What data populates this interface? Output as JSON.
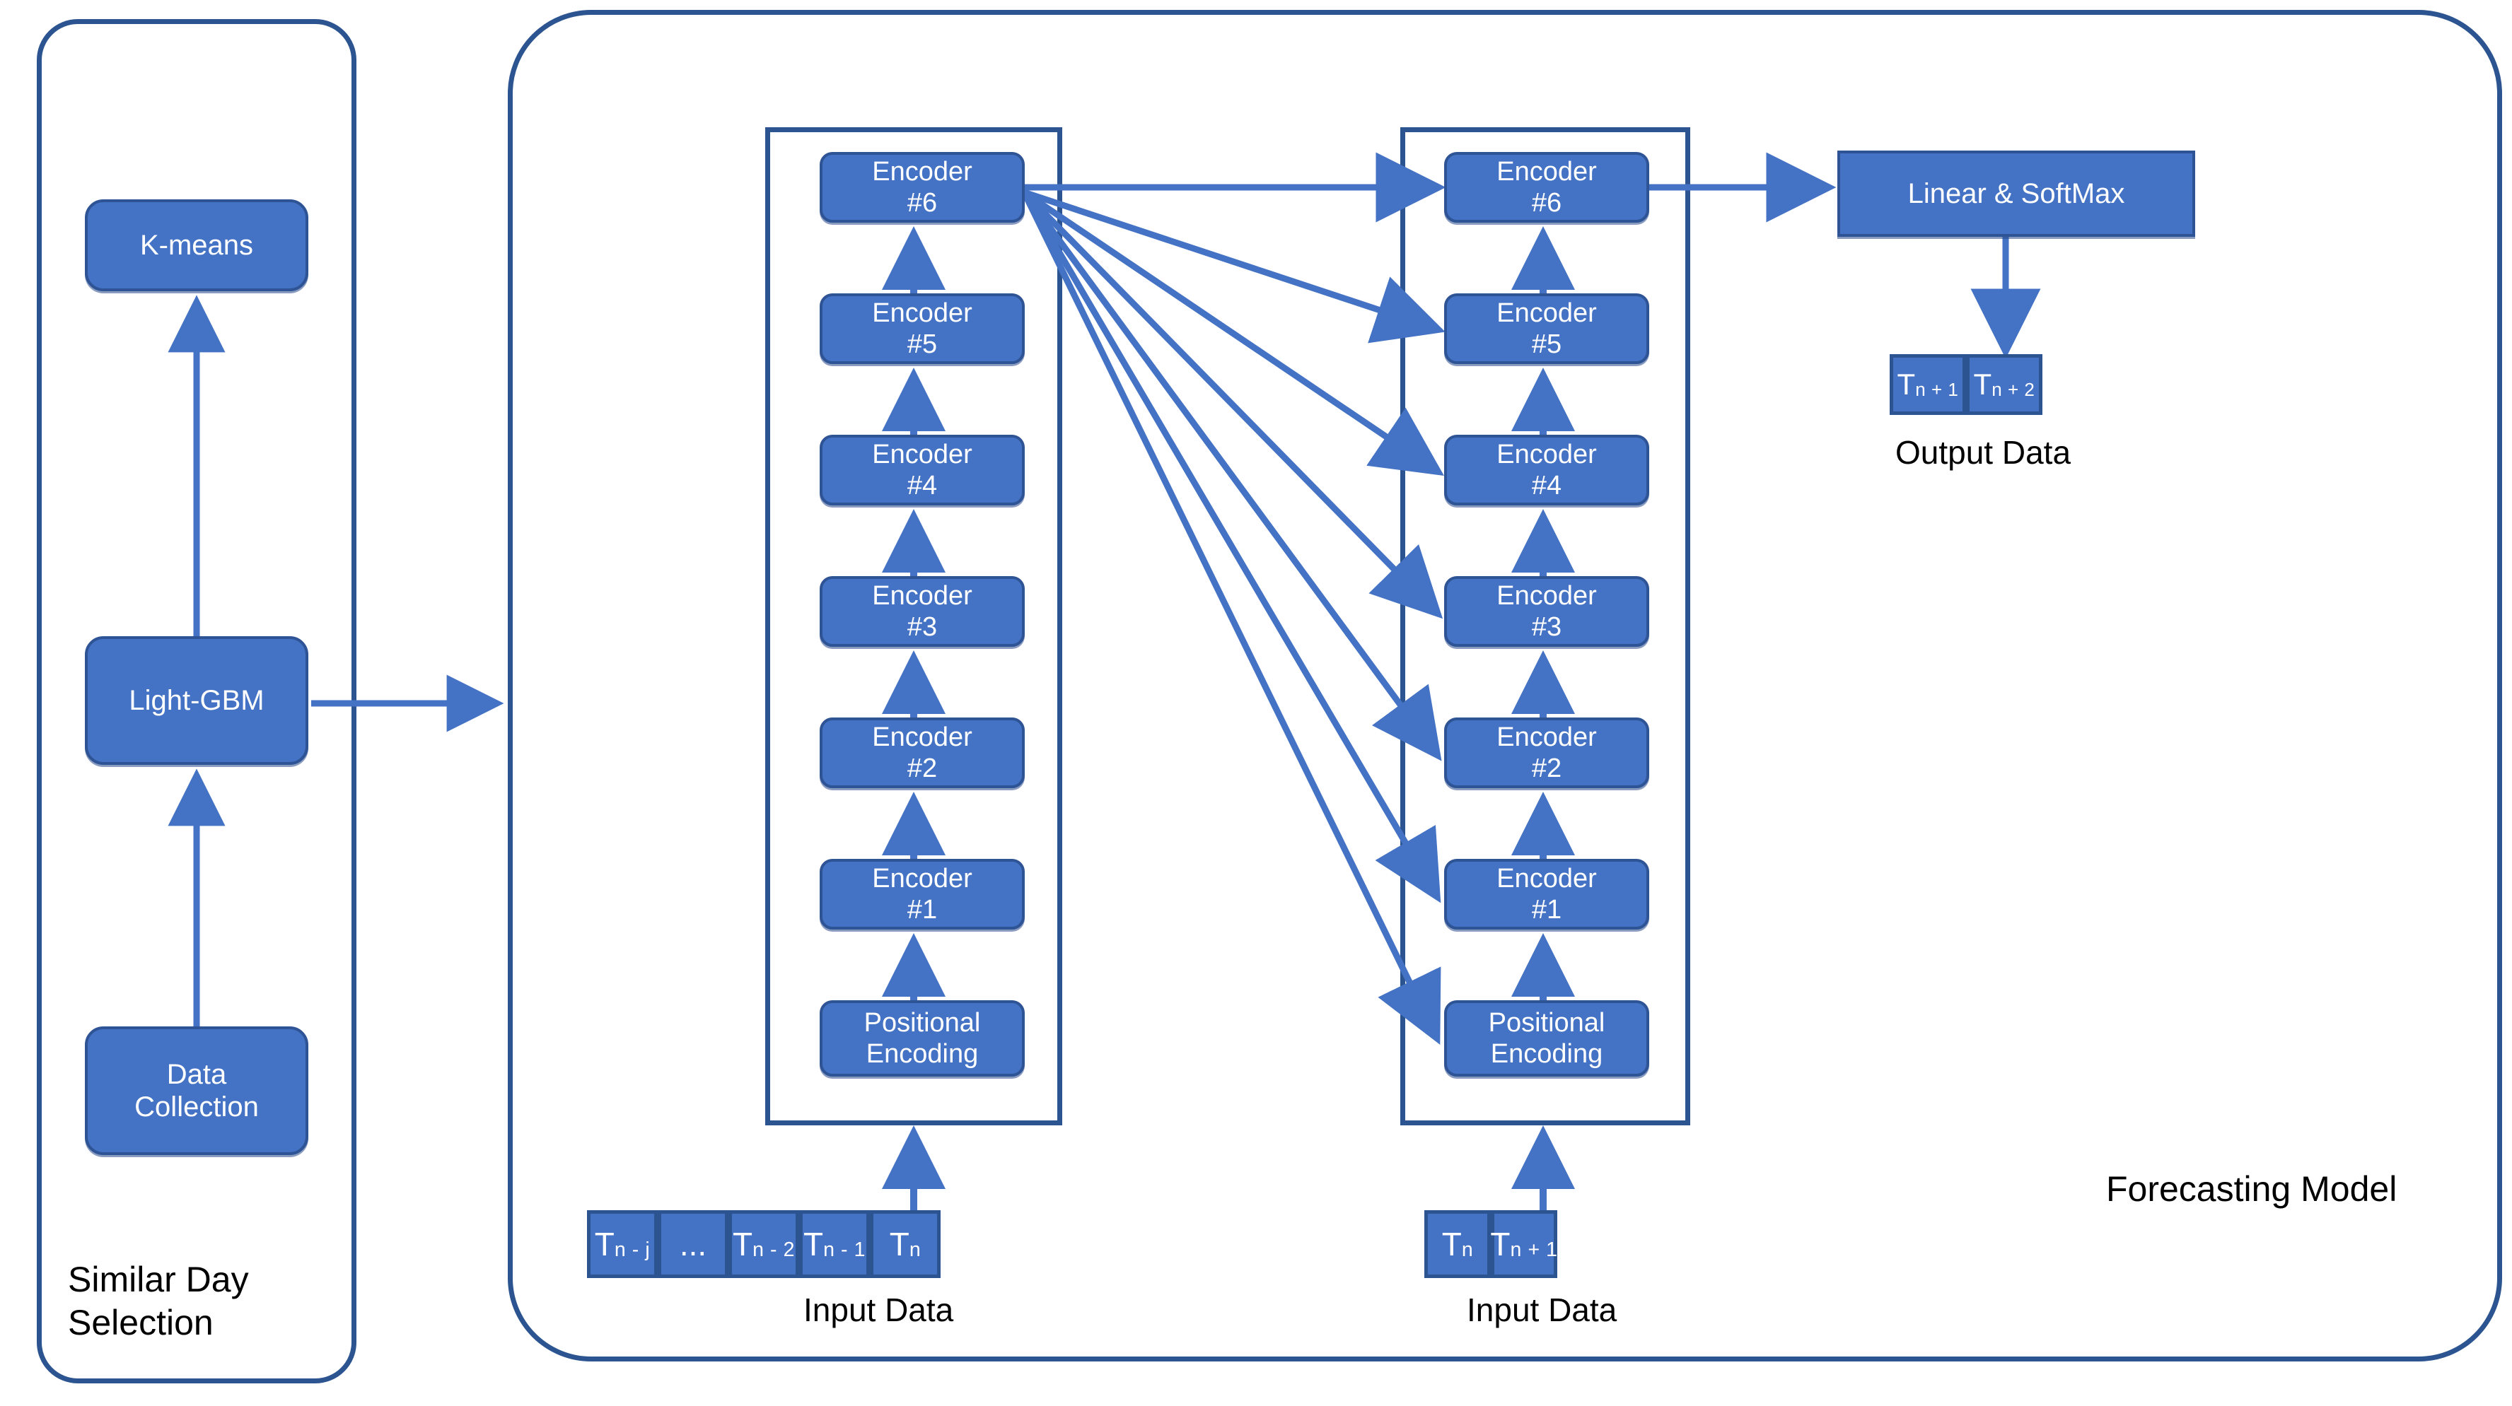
{
  "diagram": {
    "title": "Similar Day Selection and Transformer Forecasting Model",
    "colors": {
      "node_fill": "#4472C4",
      "node_border": "#2E5496",
      "panel_border": "#2C5490",
      "connector": "#4472C4",
      "text_on_node": "#FFFFFF",
      "caption_text": "#000000",
      "background": "#FFFFFF"
    }
  },
  "similar_day_panel": {
    "label": "Similar Day Selection",
    "label_lines": [
      "Similar Day",
      "Selection"
    ],
    "nodes": [
      {
        "id": "data-collection",
        "lines": [
          "Data",
          "Collection"
        ],
        "text": "Data Collection"
      },
      {
        "id": "light-gbm",
        "lines": [
          "Light-GBM"
        ],
        "text": "Light-GBM"
      },
      {
        "id": "k-means",
        "lines": [
          "K-means"
        ],
        "text": "K-means"
      }
    ],
    "flow": [
      "Data Collection",
      "Light-GBM",
      "K-means"
    ]
  },
  "forecasting_panel": {
    "label": "Forecasting Model",
    "label_lines": [
      "Forecasting",
      "Model"
    ],
    "stacks": [
      {
        "id": "encoder-stack-1",
        "name": "Encoder stack 1",
        "blocks": [
          {
            "line1": "Positional",
            "line2": "Encoding",
            "text": "Positional Encoding"
          },
          {
            "line1": "Encoder",
            "line2": "#1",
            "text": "Encoder #1"
          },
          {
            "line1": "Encoder",
            "line2": "#2",
            "text": "Encoder #2"
          },
          {
            "line1": "Encoder",
            "line2": "#3",
            "text": "Encoder #3"
          },
          {
            "line1": "Encoder",
            "line2": "#4",
            "text": "Encoder #4"
          },
          {
            "line1": "Encoder",
            "line2": "#5",
            "text": "Encoder #5"
          },
          {
            "line1": "Encoder",
            "line2": "#6",
            "text": "Encoder #6"
          }
        ]
      },
      {
        "id": "encoder-stack-2",
        "name": "Encoder stack 2",
        "blocks": [
          {
            "line1": "Positional",
            "line2": "Encoding",
            "text": "Positional Encoding"
          },
          {
            "line1": "Encoder",
            "line2": "#1",
            "text": "Encoder #1"
          },
          {
            "line1": "Encoder",
            "line2": "#2",
            "text": "Encoder #2"
          },
          {
            "line1": "Encoder",
            "line2": "#3",
            "text": "Encoder #3"
          },
          {
            "line1": "Encoder",
            "line2": "#4",
            "text": "Encoder #4"
          },
          {
            "line1": "Encoder",
            "line2": "#5",
            "text": "Encoder #5"
          },
          {
            "line1": "Encoder",
            "line2": "#6",
            "text": "Encoder #6"
          }
        ]
      }
    ],
    "head": {
      "id": "linear-softmax",
      "text": "Linear & SoftMax"
    },
    "input_data_1": {
      "caption": "Input Data",
      "cells": [
        {
          "base": "T",
          "sub": "n - j"
        },
        {
          "base": "...",
          "sub": ""
        },
        {
          "base": "T",
          "sub": "n - 2"
        },
        {
          "base": "T",
          "sub": "n - 1"
        },
        {
          "base": "T",
          "sub": "n"
        }
      ]
    },
    "input_data_2": {
      "caption": "Input Data",
      "cells": [
        {
          "base": "T",
          "sub": "n"
        },
        {
          "base": "T",
          "sub": "n + 1"
        }
      ]
    },
    "output_data": {
      "caption": "Output Data",
      "cells": [
        {
          "base": "T",
          "sub": "n + 1"
        },
        {
          "base": "T",
          "sub": "n + 2"
        }
      ]
    }
  }
}
